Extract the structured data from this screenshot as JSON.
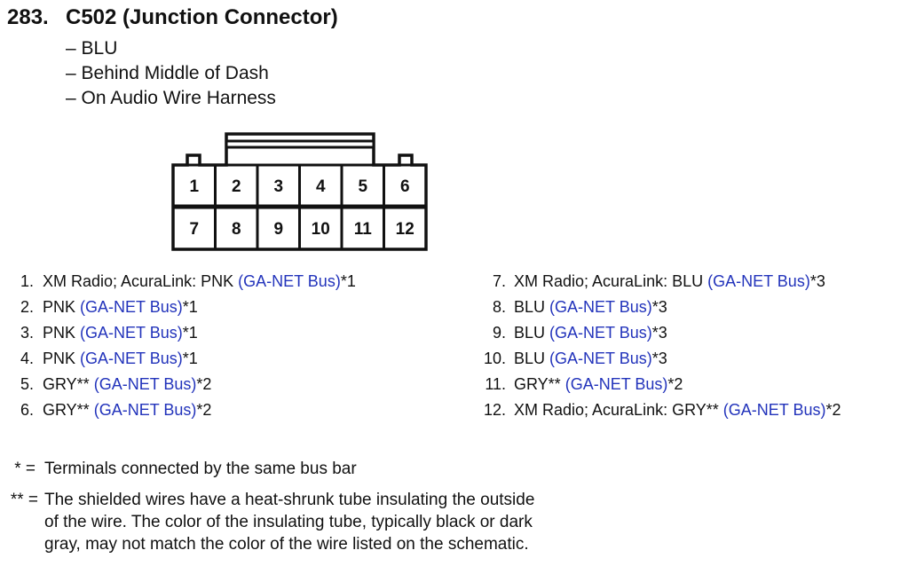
{
  "header": {
    "number": "283.",
    "title": "C502 (Junction Connector)",
    "lines": [
      "– BLU",
      "– Behind Middle of Dash",
      "– On Audio Wire Harness"
    ]
  },
  "connector": {
    "row1": [
      "1",
      "2",
      "3",
      "4",
      "5",
      "6"
    ],
    "row2": [
      "7",
      "8",
      "9",
      "10",
      "11",
      "12"
    ]
  },
  "pins_left": [
    {
      "num": "1.",
      "pre": "XM Radio; AcuraLink: PNK",
      "bus": "(GA-NET Bus)",
      "suf": "*1"
    },
    {
      "num": "2.",
      "pre": "PNK",
      "bus": "(GA-NET Bus)",
      "suf": "*1"
    },
    {
      "num": "3.",
      "pre": "PNK",
      "bus": "(GA-NET Bus)",
      "suf": "*1"
    },
    {
      "num": "4.",
      "pre": "PNK",
      "bus": "(GA-NET Bus)",
      "suf": "*1"
    },
    {
      "num": "5.",
      "pre": "GRY**",
      "bus": "(GA-NET Bus)",
      "suf": "*2"
    },
    {
      "num": "6.",
      "pre": "GRY**",
      "bus": "(GA-NET Bus)",
      "suf": "*2"
    }
  ],
  "pins_right": [
    {
      "num": "7.",
      "pre": "XM Radio; AcuraLink: BLU",
      "bus": "(GA-NET Bus)",
      "suf": "*3"
    },
    {
      "num": "8.",
      "pre": "BLU",
      "bus": "(GA-NET Bus)",
      "suf": "*3"
    },
    {
      "num": "9.",
      "pre": "BLU",
      "bus": "(GA-NET Bus)",
      "suf": "*3"
    },
    {
      "num": "10.",
      "pre": "BLU",
      "bus": "(GA-NET Bus)",
      "suf": "*3"
    },
    {
      "num": "11.",
      "pre": "GRY**",
      "bus": "(GA-NET Bus)",
      "suf": "*2"
    },
    {
      "num": "12.",
      "pre": "XM Radio; AcuraLink: GRY**",
      "bus": "(GA-NET Bus)",
      "suf": "*2"
    }
  ],
  "notes": [
    {
      "mark": "* =",
      "lines": [
        "Terminals connected by the same bus bar"
      ]
    },
    {
      "mark": "** =",
      "lines": [
        "The shielded wires have a heat-shrunk tube insulating the outside",
        "of the wire. The color of the insulating tube, typically black or dark",
        "gray, may not match the color of the wire listed on the schematic."
      ]
    }
  ],
  "colors": {
    "bus_text": "#2233bb",
    "text": "#111111"
  }
}
